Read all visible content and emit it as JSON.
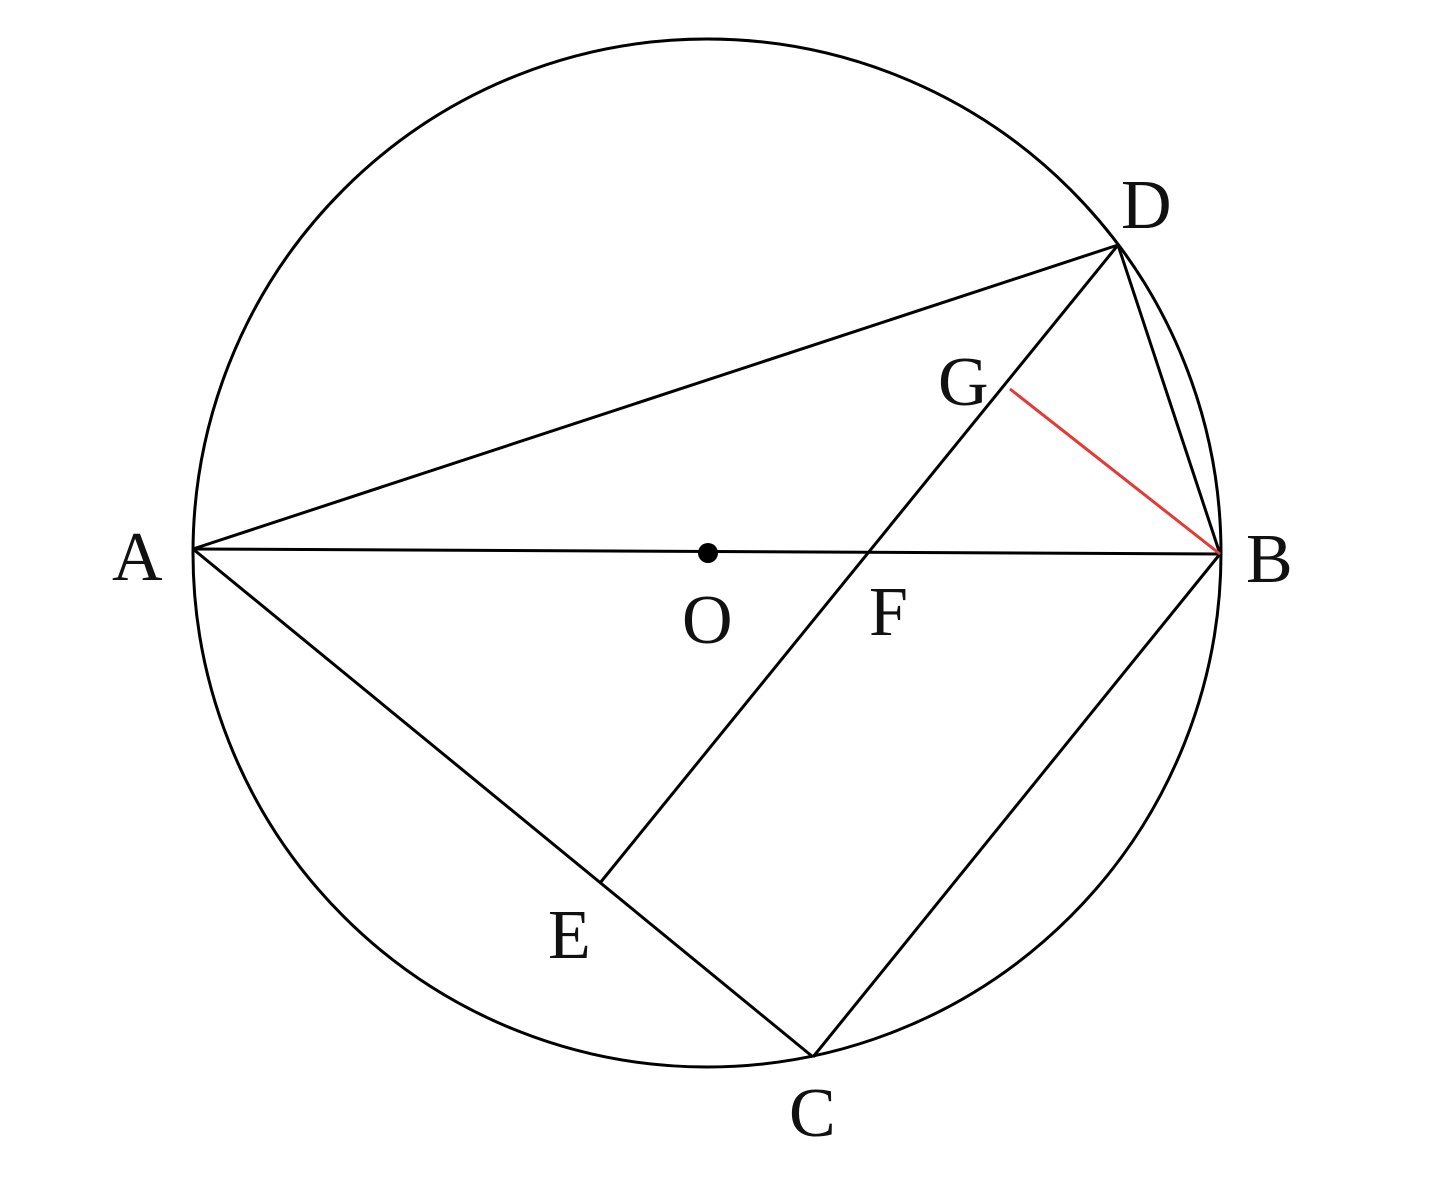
{
  "diagram": {
    "center_label": "O",
    "points": {
      "A": "A",
      "B": "B",
      "C": "C",
      "D": "D",
      "E": "E",
      "F": "F",
      "G": "G",
      "O": "O"
    },
    "segments": [
      {
        "from": "A",
        "to": "B",
        "color": "#000000"
      },
      {
        "from": "A",
        "to": "D",
        "color": "#000000"
      },
      {
        "from": "D",
        "to": "B",
        "color": "#000000"
      },
      {
        "from": "A",
        "to": "C",
        "color": "#000000"
      },
      {
        "from": "B",
        "to": "C",
        "color": "#000000"
      },
      {
        "from": "D",
        "to": "E",
        "color": "#000000"
      },
      {
        "from": "G",
        "to": "B",
        "color": "#e53935"
      }
    ],
    "colors": {
      "line": "#000000",
      "highlight": "#e53935"
    }
  }
}
